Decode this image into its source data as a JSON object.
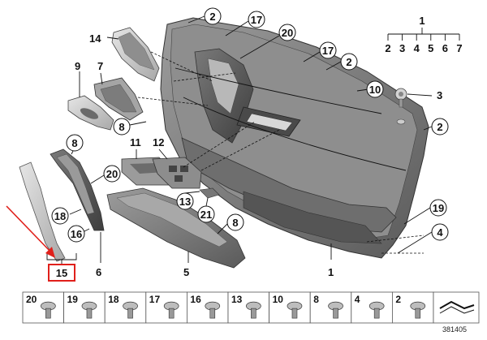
{
  "callouts": {
    "c1_main": "1",
    "c1_tree": "1",
    "c2_top": "2",
    "c2_mid": "2",
    "c2_right": "2",
    "c3": "3",
    "c4": "4",
    "c5": "5",
    "c6": "6",
    "c7": "7",
    "c8_a": "8",
    "c8_b": "8",
    "c8_c": "8",
    "c9": "9",
    "c10": "10",
    "c11": "11",
    "c12": "12",
    "c13": "13",
    "c14": "14",
    "c15": "15",
    "c16": "16",
    "c17_top": "17",
    "c17_mid": "17",
    "c18": "18",
    "c19": "19",
    "c20_top": "20",
    "c20_mid": "20",
    "c21": "21"
  },
  "tree_children": [
    "2",
    "3",
    "4",
    "5",
    "6",
    "7"
  ],
  "legend": [
    "20",
    "19",
    "18",
    "17",
    "16",
    "13",
    "10",
    "8",
    "4",
    "2"
  ],
  "part_id": "381405",
  "colors": {
    "highlight": "#e0201b",
    "panel": "#8a8a8a",
    "panel_dark": "#5e5e5e",
    "panel_light": "#b4b4b4"
  }
}
